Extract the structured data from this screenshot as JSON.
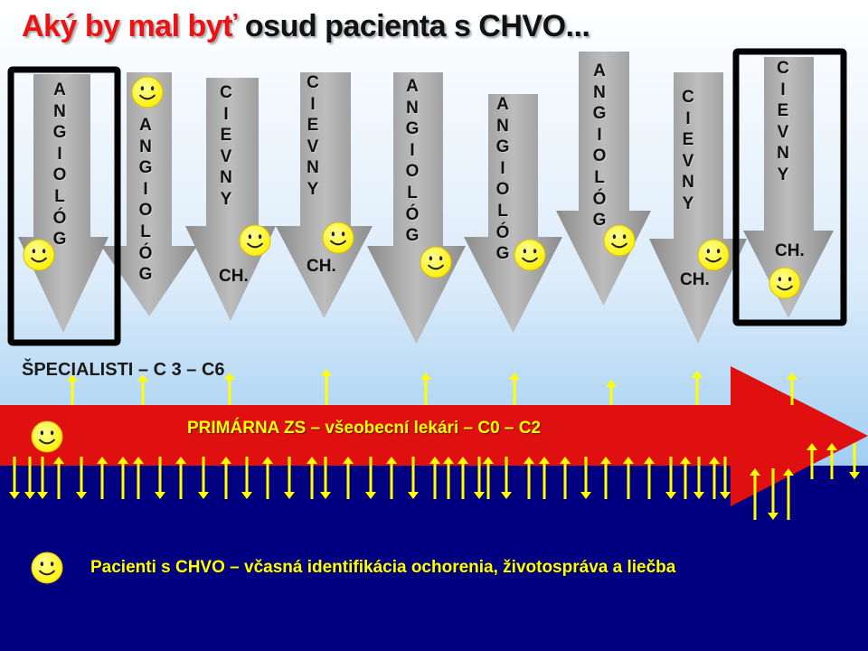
{
  "title": {
    "part1": "Aký by mal byť",
    "part2": "osud pacienta  s CHVO..."
  },
  "colors": {
    "title_red": "#ee1111",
    "arrow_gray": "#a6a6a6",
    "primary_band_red": "#e01010",
    "lower_band_blue": "#000080",
    "flow_arrow_yellow": "#ffff00",
    "smiley_yellow": "#ffff33"
  },
  "specialist_arrows": [
    {
      "text": "A\nN\nG\nI\nO\nL\nÓ\nG",
      "ch": "",
      "highlighted": true
    },
    {
      "text": "A\nN\nG\nI\nO\nL\nÓ\nG",
      "ch": "",
      "highlighted": false
    },
    {
      "text": "C\nI\nE\nV\nN\nY",
      "ch": "CH.",
      "highlighted": false
    },
    {
      "text": "C\nI\nE\nV\nN\nY",
      "ch": "CH.",
      "highlighted": false
    },
    {
      "text": "A\nN\nG\nI\nO\nL\nÓ\nG",
      "ch": "",
      "highlighted": false
    },
    {
      "text": "A\nN\nG\nI\nO\nL\nÓ\nG",
      "ch": "",
      "highlighted": false
    },
    {
      "text": "A\nN\nG\nI\nO\nL\nÓ\nG",
      "ch": "",
      "highlighted": false
    },
    {
      "text": "C\nI\nE\nV\nN\nY",
      "ch": "CH.",
      "highlighted": false
    },
    {
      "text": "C\nI\nE\nV\nN\nY",
      "ch": "CH.",
      "highlighted": true
    }
  ],
  "labels": {
    "specialists": "ŠPECIALISTI –  C 3 – C6",
    "primary_care": "PRIMÁRNA  ZS – všeobecní lekári –  C0 – C2",
    "patients": "Pacienti s CHVO – včasná identifikácia ochorenia, životospráva a liečba"
  },
  "icons": {
    "smiley": "smiley-face-icon",
    "flow_up": "arrow-up-icon",
    "flow_down": "arrow-down-icon"
  }
}
